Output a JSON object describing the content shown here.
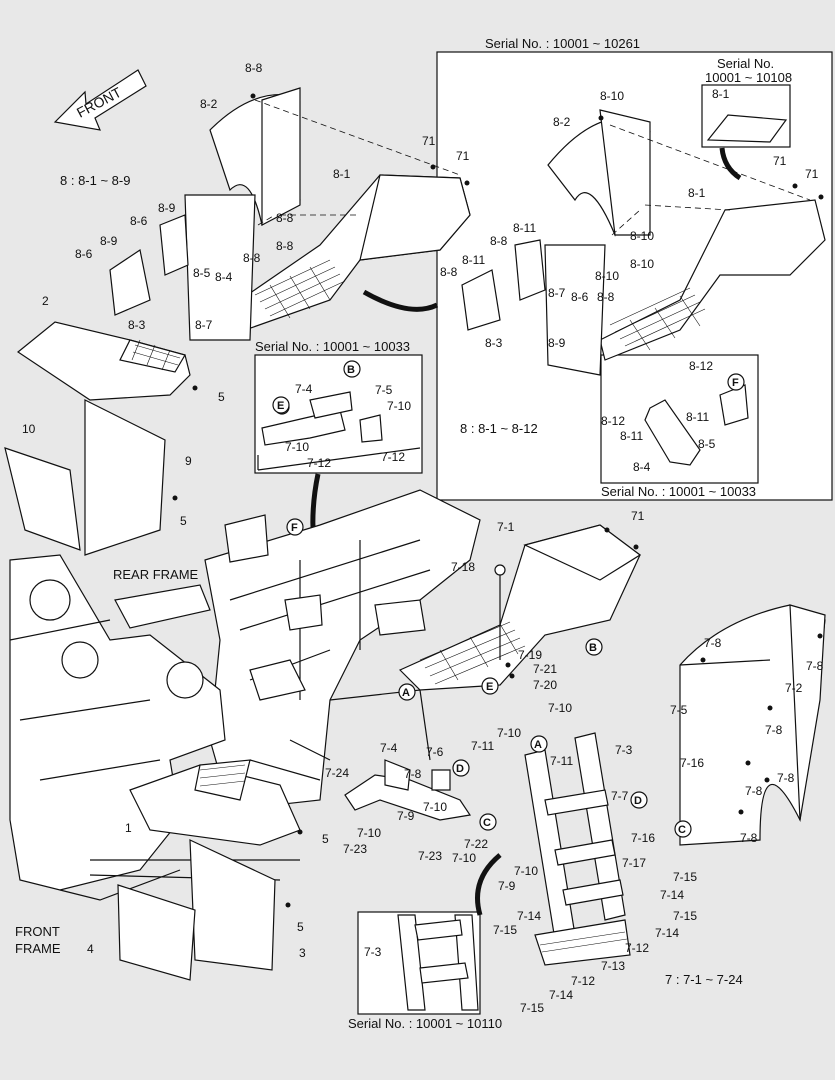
{
  "direction_label": "FRONT",
  "frame_labels": {
    "rear": "REAR FRAME",
    "front_line1": "FRONT",
    "front_line2": "FRAME"
  },
  "group_notes": {
    "group8_left": "8 : 8-1 ~ 8-9",
    "group8_right": "8 : 8-1 ~ 8-12",
    "group7": "7 : 7-1 ~ 7-24"
  },
  "serial_captions": {
    "box_right": "Serial No. : 10001 ~ 10261",
    "inset_8_1_line1": "Serial No.",
    "inset_8_1_line2": "10001 ~ 10108",
    "box_7_4": "Serial No. : 10001 ~ 10033",
    "box_8_4": "Serial No. : 10001 ~ 10033",
    "box_7_3": "Serial No. : 10001 ~ 10110"
  },
  "callouts": [
    "A",
    "B",
    "C",
    "D",
    "E",
    "F"
  ],
  "part_labels": [
    {
      "id": "p1",
      "text": "8-8"
    },
    {
      "id": "p2",
      "text": "8-2"
    },
    {
      "id": "p3",
      "text": "71"
    },
    {
      "id": "p4",
      "text": "71"
    },
    {
      "id": "p5",
      "text": "8-1"
    },
    {
      "id": "p6",
      "text": "8-9"
    },
    {
      "id": "p7",
      "text": "8-6"
    },
    {
      "id": "p8",
      "text": "8-8"
    },
    {
      "id": "p9",
      "text": "8-8"
    },
    {
      "id": "p10",
      "text": "8-9"
    },
    {
      "id": "p11",
      "text": "8-6"
    },
    {
      "id": "p12",
      "text": "8-5"
    },
    {
      "id": "p13",
      "text": "8-4"
    },
    {
      "id": "p14",
      "text": "8-8"
    },
    {
      "id": "p15",
      "text": "8-3"
    },
    {
      "id": "p16",
      "text": "8-7"
    },
    {
      "id": "p17",
      "text": "2"
    },
    {
      "id": "p18",
      "text": "5"
    },
    {
      "id": "p19",
      "text": "10"
    },
    {
      "id": "p20",
      "text": "9"
    },
    {
      "id": "p21",
      "text": "5"
    },
    {
      "id": "p22",
      "text": "8-10"
    },
    {
      "id": "p23",
      "text": "8-2"
    },
    {
      "id": "p24",
      "text": "8-1"
    },
    {
      "id": "p25",
      "text": "71"
    },
    {
      "id": "p26",
      "text": "71"
    },
    {
      "id": "p27",
      "text": "8-1"
    },
    {
      "id": "p28",
      "text": "8-11"
    },
    {
      "id": "p29",
      "text": "8-8"
    },
    {
      "id": "p30",
      "text": "8-10"
    },
    {
      "id": "p31",
      "text": "8-10"
    },
    {
      "id": "p32",
      "text": "8-11"
    },
    {
      "id": "p33",
      "text": "8-8"
    },
    {
      "id": "p34",
      "text": "8-10"
    },
    {
      "id": "p35",
      "text": "8-7"
    },
    {
      "id": "p36",
      "text": "8-6"
    },
    {
      "id": "p37",
      "text": "8-8"
    },
    {
      "id": "p38",
      "text": "8-3"
    },
    {
      "id": "p39",
      "text": "8-9"
    },
    {
      "id": "p40",
      "text": "8-12"
    },
    {
      "id": "p41",
      "text": "8-12"
    },
    {
      "id": "p42",
      "text": "8-11"
    },
    {
      "id": "p43",
      "text": "8-11"
    },
    {
      "id": "p44",
      "text": "8-5"
    },
    {
      "id": "p45",
      "text": "8-4"
    },
    {
      "id": "p46",
      "text": "7-4"
    },
    {
      "id": "p47",
      "text": "7-5"
    },
    {
      "id": "p48",
      "text": "7-10"
    },
    {
      "id": "p49",
      "text": "7-10"
    },
    {
      "id": "p50",
      "text": "7-12"
    },
    {
      "id": "p51",
      "text": "7-12"
    },
    {
      "id": "p52",
      "text": "7-1"
    },
    {
      "id": "p53",
      "text": "71"
    },
    {
      "id": "p54",
      "text": "7-18"
    },
    {
      "id": "p55",
      "text": "7-19"
    },
    {
      "id": "p56",
      "text": "7-21"
    },
    {
      "id": "p57",
      "text": "7-20"
    },
    {
      "id": "p58",
      "text": "7-8"
    },
    {
      "id": "p59",
      "text": "7-8"
    },
    {
      "id": "p60",
      "text": "7-2"
    },
    {
      "id": "p61",
      "text": "7-5"
    },
    {
      "id": "p62",
      "text": "7-8"
    },
    {
      "id": "p63",
      "text": "7-16"
    },
    {
      "id": "p64",
      "text": "7-8"
    },
    {
      "id": "p65",
      "text": "7-8"
    },
    {
      "id": "p66",
      "text": "7-7"
    },
    {
      "id": "p67",
      "text": "7-16"
    },
    {
      "id": "p68",
      "text": "7-8"
    },
    {
      "id": "p69",
      "text": "7-10"
    },
    {
      "id": "p70",
      "text": "7-3"
    },
    {
      "id": "p71",
      "text": "7-11"
    },
    {
      "id": "p72",
      "text": "7-10"
    },
    {
      "id": "p73",
      "text": "7-11"
    },
    {
      "id": "p74",
      "text": "7-4"
    },
    {
      "id": "p75",
      "text": "7-6"
    },
    {
      "id": "p76",
      "text": "7-24"
    },
    {
      "id": "p77",
      "text": "7-8"
    },
    {
      "id": "p78",
      "text": "7-9"
    },
    {
      "id": "p79",
      "text": "7-10"
    },
    {
      "id": "p80",
      "text": "7-22"
    },
    {
      "id": "p81",
      "text": "7-10"
    },
    {
      "id": "p82",
      "text": "7-23"
    },
    {
      "id": "p83",
      "text": "7-10"
    },
    {
      "id": "p84",
      "text": "7-23"
    },
    {
      "id": "p85",
      "text": "7-17"
    },
    {
      "id": "p86",
      "text": "7-15"
    },
    {
      "id": "p87",
      "text": "7-14"
    },
    {
      "id": "p88",
      "text": "7-15"
    },
    {
      "id": "p89",
      "text": "7-14"
    },
    {
      "id": "p90",
      "text": "7-10"
    },
    {
      "id": "p91",
      "text": "7-9"
    },
    {
      "id": "p92",
      "text": "7-14"
    },
    {
      "id": "p93",
      "text": "7-15"
    },
    {
      "id": "p94",
      "text": "7-12"
    },
    {
      "id": "p95",
      "text": "7-13"
    },
    {
      "id": "p96",
      "text": "7-12"
    },
    {
      "id": "p97",
      "text": "7-14"
    },
    {
      "id": "p98",
      "text": "7-15"
    },
    {
      "id": "p99",
      "text": "7-3"
    },
    {
      "id": "p100",
      "text": "1"
    },
    {
      "id": "p101",
      "text": "5"
    },
    {
      "id": "p102",
      "text": "5"
    },
    {
      "id": "p103",
      "text": "4"
    },
    {
      "id": "p104",
      "text": "3"
    }
  ]
}
